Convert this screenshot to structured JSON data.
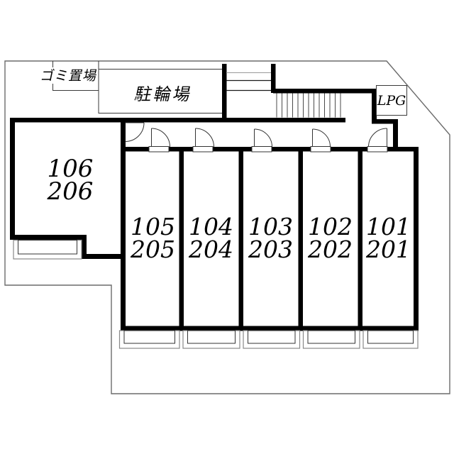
{
  "floor_plan": {
    "type": "apartment-site-plan",
    "background": "#ffffff",
    "line_colors": {
      "wall": "#000000",
      "thin_line": "#3a3a3a",
      "outer_boundary": "#6b6b6b",
      "balcony_outer": "#888888",
      "balcony_inner": "#333333"
    },
    "areas": {
      "garbage_label": "ゴミ置場",
      "bicycle_label": "駐輪場",
      "lpg_label": "LPG"
    },
    "rooms": [
      {
        "id": "room-106-206",
        "line1": "106",
        "line2": "206"
      },
      {
        "id": "room-105-205",
        "line1": "105",
        "line2": "205"
      },
      {
        "id": "room-104-204",
        "line1": "104",
        "line2": "204"
      },
      {
        "id": "room-103-203",
        "line1": "103",
        "line2": "203"
      },
      {
        "id": "room-102-202",
        "line1": "102",
        "line2": "202"
      },
      {
        "id": "room-101-201",
        "line1": "101",
        "line2": "201"
      }
    ]
  }
}
